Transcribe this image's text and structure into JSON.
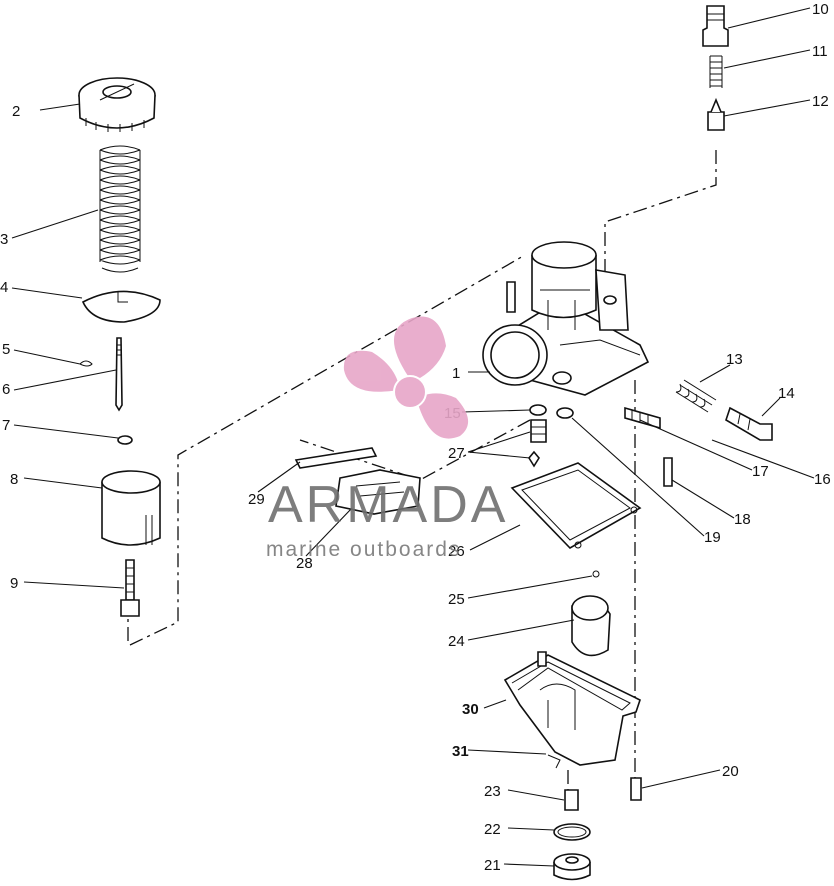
{
  "watermark": {
    "brand": "ARMADA",
    "tagline": "marine outboards",
    "logo_color": "#e7a6c8",
    "text_color": "#6f6f6f"
  },
  "callouts": [
    {
      "id": "1",
      "text": "1"
    },
    {
      "id": "2",
      "text": "2"
    },
    {
      "id": "3",
      "text": "3"
    },
    {
      "id": "4",
      "text": "4"
    },
    {
      "id": "5",
      "text": "5"
    },
    {
      "id": "6",
      "text": "6"
    },
    {
      "id": "7",
      "text": "7"
    },
    {
      "id": "8",
      "text": "8"
    },
    {
      "id": "9",
      "text": "9"
    },
    {
      "id": "10",
      "text": "10"
    },
    {
      "id": "11",
      "text": "11"
    },
    {
      "id": "12",
      "text": "12"
    },
    {
      "id": "13",
      "text": "13"
    },
    {
      "id": "14",
      "text": "14"
    },
    {
      "id": "15",
      "text": "15"
    },
    {
      "id": "16",
      "text": "16"
    },
    {
      "id": "17",
      "text": "17"
    },
    {
      "id": "18",
      "text": "18"
    },
    {
      "id": "19",
      "text": "19"
    },
    {
      "id": "20",
      "text": "20"
    },
    {
      "id": "21",
      "text": "21"
    },
    {
      "id": "22",
      "text": "22"
    },
    {
      "id": "23",
      "text": "23"
    },
    {
      "id": "24",
      "text": "24"
    },
    {
      "id": "25",
      "text": "25"
    },
    {
      "id": "26",
      "text": "26"
    },
    {
      "id": "27",
      "text": "27"
    },
    {
      "id": "28",
      "text": "28"
    },
    {
      "id": "29",
      "text": "29"
    },
    {
      "id": "30",
      "text": "30"
    },
    {
      "id": "31",
      "text": "31"
    }
  ]
}
